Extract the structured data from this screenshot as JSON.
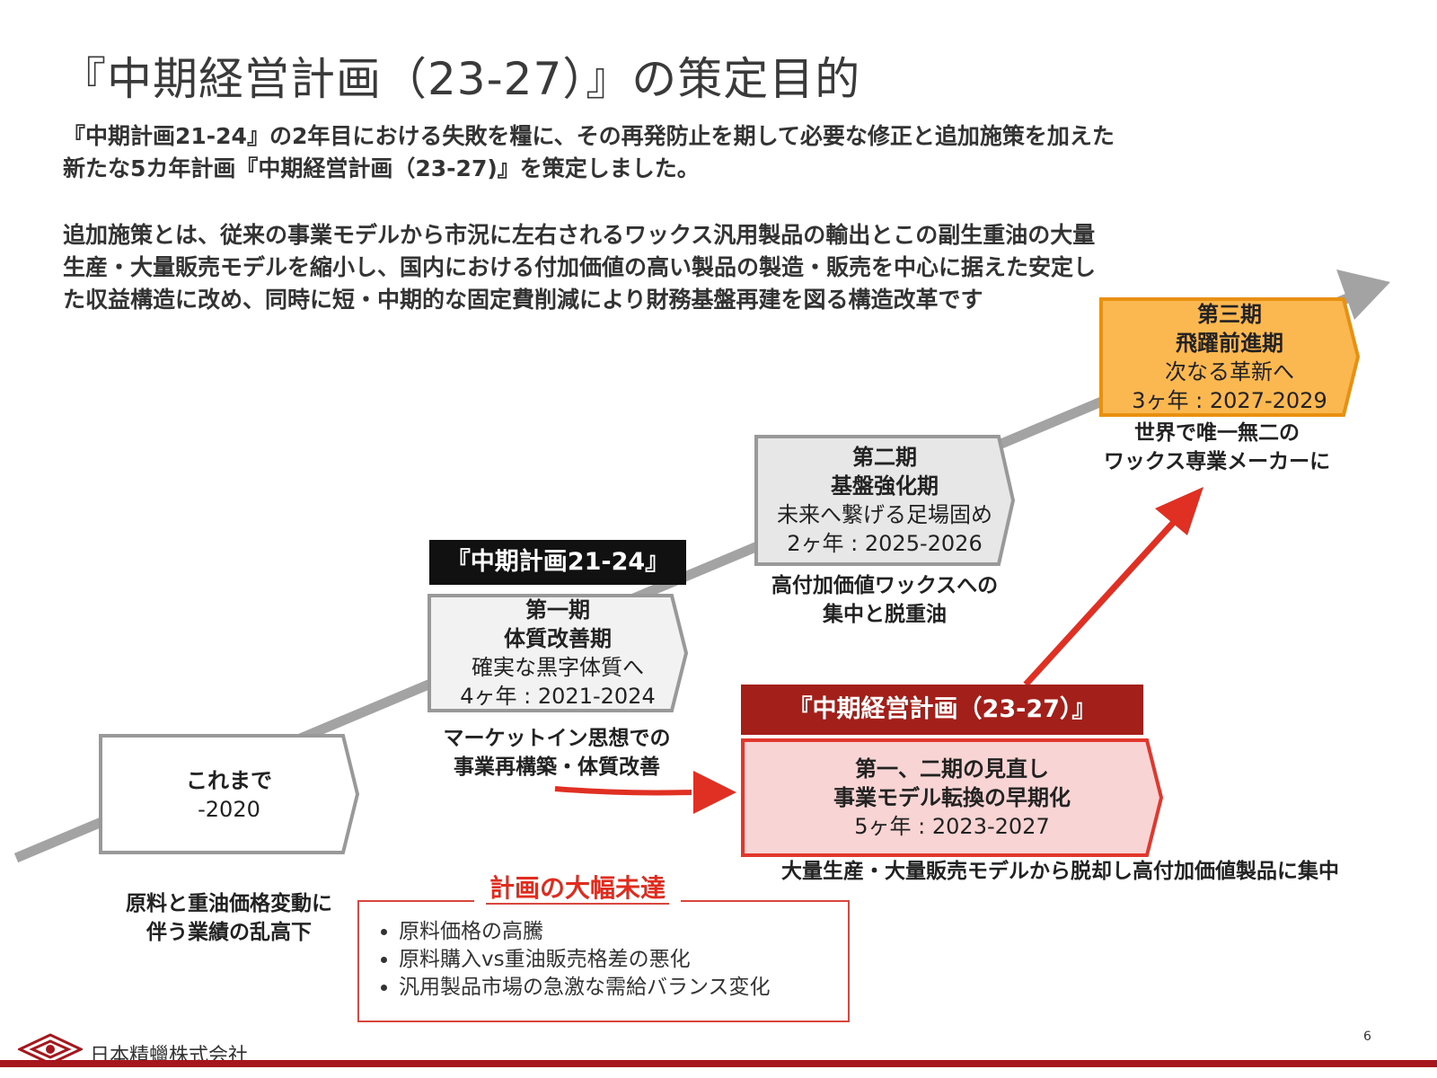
{
  "title": "『中期経営計画（23-27）』の策定目的",
  "intro": {
    "line1": "『中期計画21-24』の2年目における失敗を糧に、その再発防止を期して必要な修正と追加施策を加えた",
    "line2": "新たな5カ年計画『中期経営計画（23-27)』を策定しました。"
  },
  "additional": {
    "line1": "追加施策とは、従来の事業モデルから市況に左右されるワックス汎用製品の輸出とこの副生重油の大量",
    "line2": "生産・大量販売モデルを縮小し、国内における付加価値の高い製品の製造・販売を中心に据えた安定し",
    "line3": "た収益構造に改め、同時に短・中期的な固定費削減により財務基盤再建を図る構造改革です"
  },
  "stages": {
    "past": {
      "line1": "これまで",
      "line2": "-2020",
      "caption1": "原料と重油価格変動に",
      "caption2": "伴う業績の乱高下"
    },
    "phase1": {
      "line1": "第一期",
      "line2": "体質改善期",
      "line3": "確実な黒字体質へ",
      "line4": "4ヶ年 : 2021-2024",
      "caption1": "マーケットイン思想での",
      "caption2": "事業再構築・体質改善"
    },
    "phase2": {
      "line1": "第二期",
      "line2": "基盤強化期",
      "line3": "未来へ繋げる足場固め",
      "line4": "2ヶ年 : 2025-2026",
      "caption1": "高付加価値ワックスへの",
      "caption2": "集中と脱重油"
    },
    "phase3": {
      "line1": "第三期",
      "line2": "飛躍前進期",
      "line3": "次なる革新へ",
      "line4": "3ヶ年 : 2027-2029",
      "caption1": "世界で唯一無二の",
      "caption2": "ワックス専業メーカーに"
    },
    "revised": {
      "line1": "第一、二期の見直し",
      "line2": "事業モデル転換の早期化",
      "line3": "5ヶ年 : 2023-2027",
      "caption": "大量生産・大量販売モデルから脱却し高付加価値製品に集中"
    }
  },
  "labels": {
    "plan2124": "『中期計画21-24』",
    "plan2327": "『中期経営計画（23-27）』"
  },
  "failure": {
    "title": "計画の大幅未達",
    "items": [
      "原料価格の高騰",
      "原料購入vs重油販売格差の悪化",
      "汎用製品市場の急激な需給バランス変化"
    ]
  },
  "footer": {
    "company": "日本精蠟株式会社",
    "page": "6"
  },
  "colors": {
    "trend_arrow": "#a3a3a3",
    "red_arrow": "#e03024",
    "phase3_fill": "#fbb750",
    "phase3_border": "#e99010",
    "revised_fill": "#f8d5d4",
    "revised_border": "#e3372d",
    "label_dark_red": "#a31f1a",
    "footer_line": "#a5171c"
  }
}
